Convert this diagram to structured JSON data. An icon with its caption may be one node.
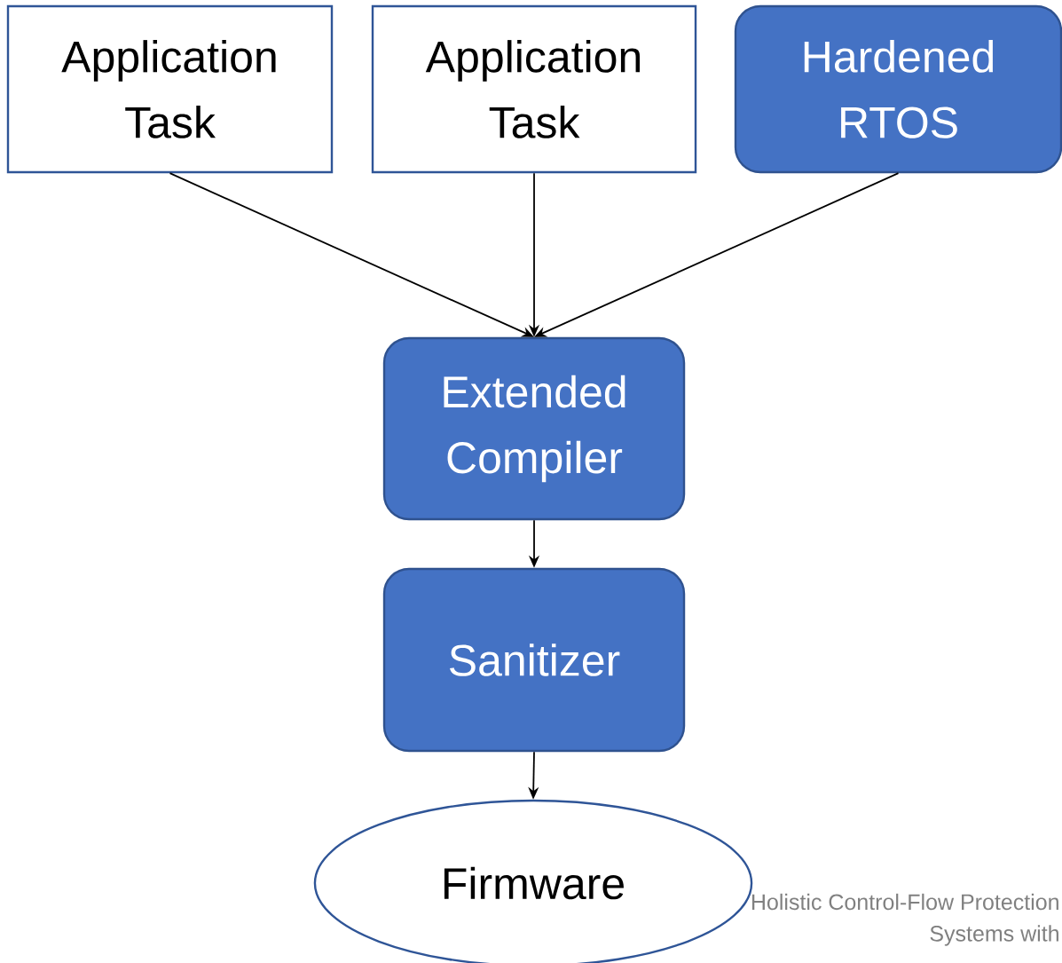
{
  "diagram": {
    "nodes": [
      {
        "text": [
          "Application Task"
        ]
      },
      {
        "text": [
          "Application Task"
        ]
      },
      {
        "text": [
          "Hardened RTOS"
        ]
      },
      {
        "text": [
          "Extended Compiler"
        ]
      },
      {
        "text": [
          "Sanitizer"
        ]
      },
      {
        "text": [
          "Firmware"
        ]
      }
    ],
    "edges": [
      {
        "from": 0,
        "to": 3,
        "arrow": "to"
      },
      {
        "from": 1,
        "to": 3,
        "arrow": "to"
      },
      {
        "from": 2,
        "to": 3,
        "arrow": "to"
      },
      {
        "from": 3,
        "to": 4,
        "arrow": "to"
      },
      {
        "from": 4,
        "to": 5,
        "arrow": "to"
      }
    ],
    "labels": [
      "Holistic Control-Flow Protection",
      "Systems with"
    ]
  }
}
